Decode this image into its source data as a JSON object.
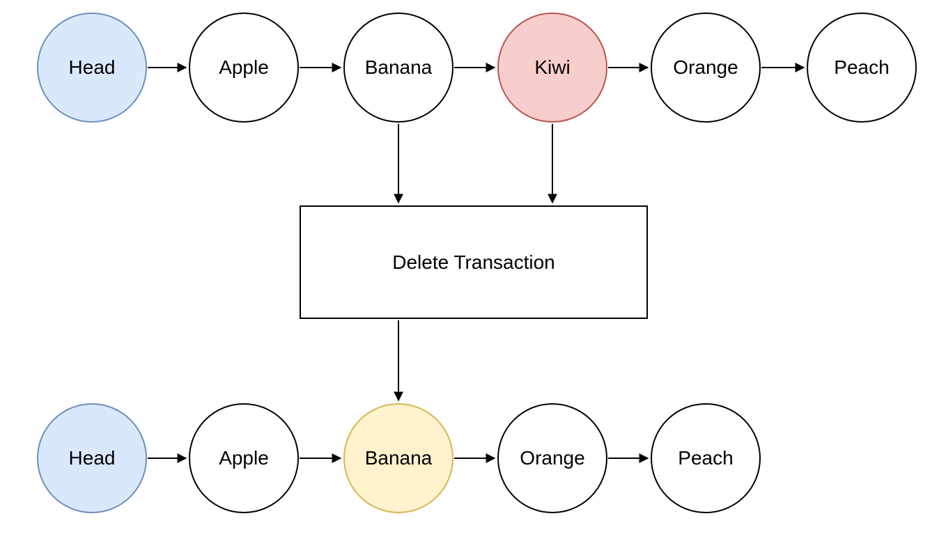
{
  "colors": {
    "head_fill": "#dae8fc",
    "head_stroke": "#6c8ebf",
    "deleted_fill": "#f8cecc",
    "deleted_stroke": "#b85450",
    "highlight_fill": "#fff2cc",
    "highlight_stroke": "#d6b656",
    "default_fill": "#ffffff",
    "default_stroke": "#000000",
    "arrow_color": "#000000"
  },
  "top_row": [
    {
      "label": "Head",
      "type": "head"
    },
    {
      "label": "Apple",
      "type": "default"
    },
    {
      "label": "Banana",
      "type": "default"
    },
    {
      "label": "Kiwi",
      "type": "deleted"
    },
    {
      "label": "Orange",
      "type": "default"
    },
    {
      "label": "Peach",
      "type": "default"
    }
  ],
  "process_box": {
    "label": "Delete Transaction"
  },
  "bottom_row": [
    {
      "label": "Head",
      "type": "head"
    },
    {
      "label": "Apple",
      "type": "default"
    },
    {
      "label": "Banana",
      "type": "highlight"
    },
    {
      "label": "Orange",
      "type": "default"
    },
    {
      "label": "Peach",
      "type": "default"
    }
  ]
}
